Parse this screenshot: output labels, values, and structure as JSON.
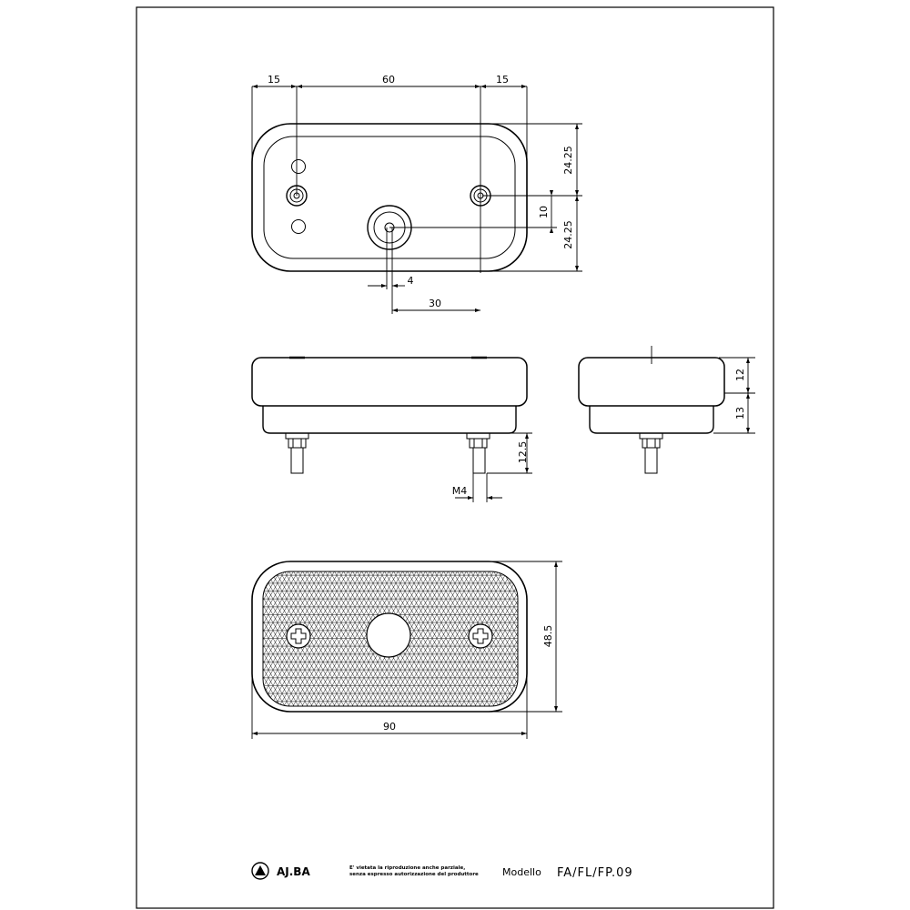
{
  "dimensions": {
    "top_view": {
      "left_margin": "15",
      "hole_spacing_top": "60",
      "right_margin": "15",
      "upper_half_height": "24.25",
      "lower_half_height": "24.25",
      "center_offset": "10",
      "cable_hole_dia": "4",
      "cable_offset": "30"
    },
    "side_view": {
      "stud_length": "12.5",
      "thread": "M4"
    },
    "end_view": {
      "lens_height": "12",
      "base_height": "13"
    },
    "front_view": {
      "overall_height": "48.5",
      "overall_width": "90"
    }
  },
  "title_block": {
    "company": "AJ.BA",
    "notice_line1": "E' vietata la riproduzione anche parziale,",
    "notice_line2": "senza espresso autorizzazione del produttore",
    "model_label": "Modello",
    "model_value": "FA/FL/FP.09"
  }
}
